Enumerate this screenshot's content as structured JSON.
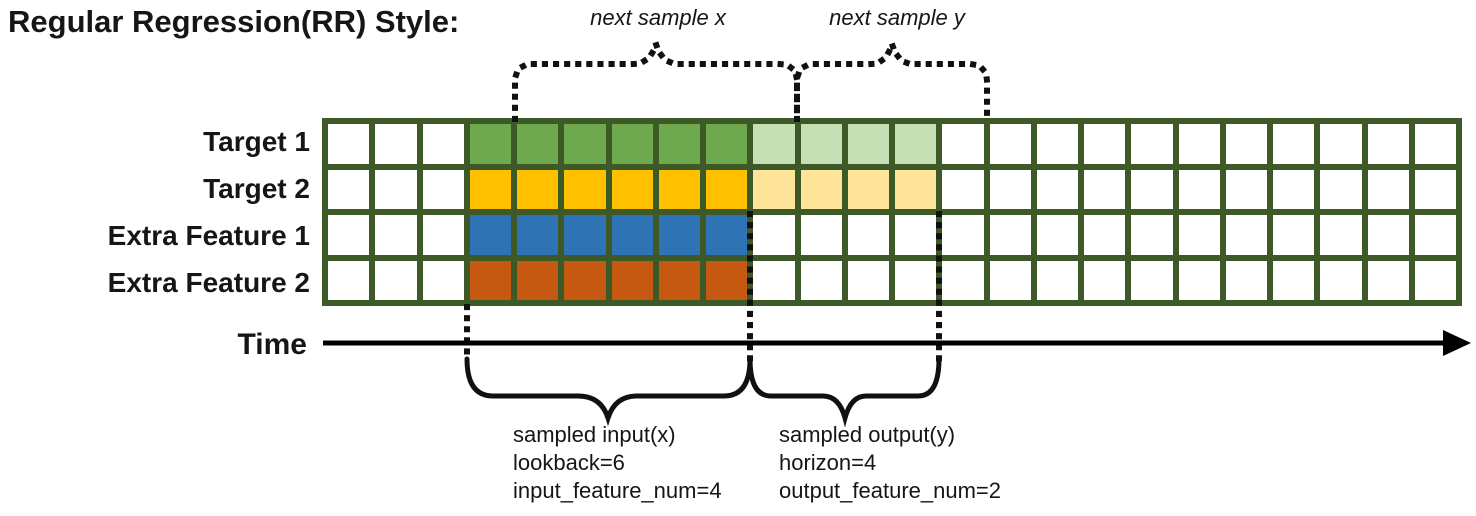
{
  "title": "Regular Regression(RR) Style:",
  "annotations": {
    "next_sample_x": "next sample x",
    "next_sample_y": "next sample y",
    "time_label": "Time",
    "input_block": {
      "line1": "sampled input(x)",
      "line2": "lookback=6",
      "line3": "input_feature_num=4"
    },
    "output_block": {
      "line1": "sampled output(y)",
      "line2": "horizon=4",
      "line3": "output_feature_num=2"
    }
  },
  "sampling": {
    "lookback": 6,
    "horizon": 4,
    "input_feature_num": 4,
    "output_feature_num": 2,
    "input_start_col": 3,
    "output_start_col": 9
  },
  "grid": {
    "columns": 24,
    "border_color": "#3E5928",
    "cell_color": "#FFFFFF",
    "rows": [
      {
        "label": "Target 1",
        "segments": [
          {
            "start": 3,
            "count": 6,
            "color": "#6FA94E",
            "meaning": "input window"
          },
          {
            "start": 9,
            "count": 4,
            "color": "#C6DFB5",
            "meaning": "output window"
          }
        ]
      },
      {
        "label": "Target 2",
        "segments": [
          {
            "start": 3,
            "count": 6,
            "color": "#FFC000",
            "meaning": "input window"
          },
          {
            "start": 9,
            "count": 4,
            "color": "#FFE599",
            "meaning": "output window"
          }
        ]
      },
      {
        "label": "Extra Feature 1",
        "segments": [
          {
            "start": 3,
            "count": 6,
            "color": "#2E74B5",
            "meaning": "input window"
          }
        ]
      },
      {
        "label": "Extra Feature 2",
        "segments": [
          {
            "start": 3,
            "count": 6,
            "color": "#C55911",
            "meaning": "input window"
          }
        ]
      }
    ]
  }
}
